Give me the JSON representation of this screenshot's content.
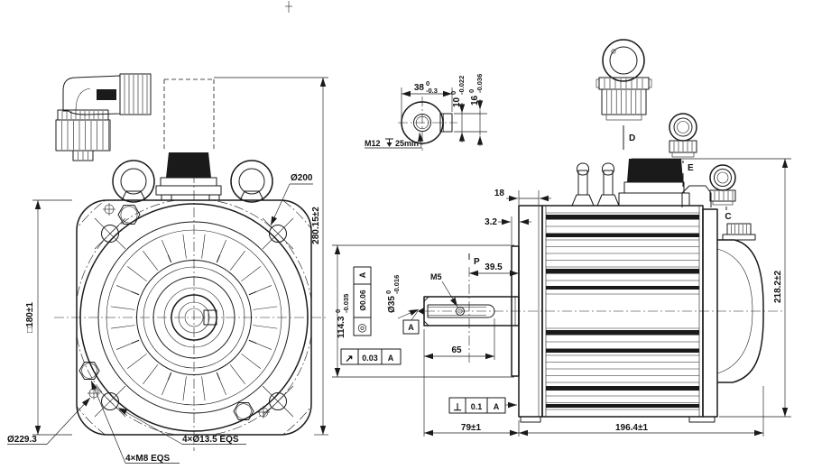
{
  "symbols": {
    "concentricity": "◎",
    "runout": "↗",
    "perpendicularity": "⊥"
  },
  "front_view": {
    "dim_square_flange": "□180±1",
    "dim_overall_height": "280.15±2",
    "dim_bolt_circle": "Ø200",
    "dim_corner_circle": "Ø229.3",
    "label_mounting_holes": "4×Ø13.5 EQS",
    "label_eyebolt_holes": "4×M8 EQS"
  },
  "shaft_end_view": {
    "dim_height_over_key": {
      "value": "38",
      "upper": "0",
      "lower": "-0.3"
    },
    "dim_key_width": {
      "value": "10",
      "upper": "0",
      "lower": "-0.022"
    },
    "dim_key_span": {
      "value": "16",
      "upper": "0",
      "lower": "-0.036"
    },
    "center_tap_thread": "M12",
    "center_tap_depth": "25min"
  },
  "side_view": {
    "dim_flange_thickness": "18",
    "dim_spigot_step": "3.2",
    "dim_keyway_to_flange": "39.5",
    "dim_keyway_length": "65",
    "dim_shaft_extension": "79±1",
    "dim_body_length": "196.4±1",
    "dim_overall_height": "218.2±2",
    "dim_shaft_diameter": {
      "value": "Ø35",
      "upper": "0",
      "lower": "-0.016"
    },
    "dim_spigot_diameter": {
      "value": "114.3",
      "upper": "0",
      "lower": "-0.035"
    },
    "keyway_tap": "M5",
    "section_label": "P",
    "datum_label": "A",
    "fcf_concentricity": {
      "value": "Ø0.06",
      "datum": "A"
    },
    "fcf_runout": {
      "value": "0.03",
      "datum": "A"
    },
    "fcf_perpendicularity": {
      "value": "0.1",
      "datum": "A"
    }
  },
  "connector_views": {
    "power_label": "D",
    "encoder_label": "E",
    "brake_label": "C"
  }
}
